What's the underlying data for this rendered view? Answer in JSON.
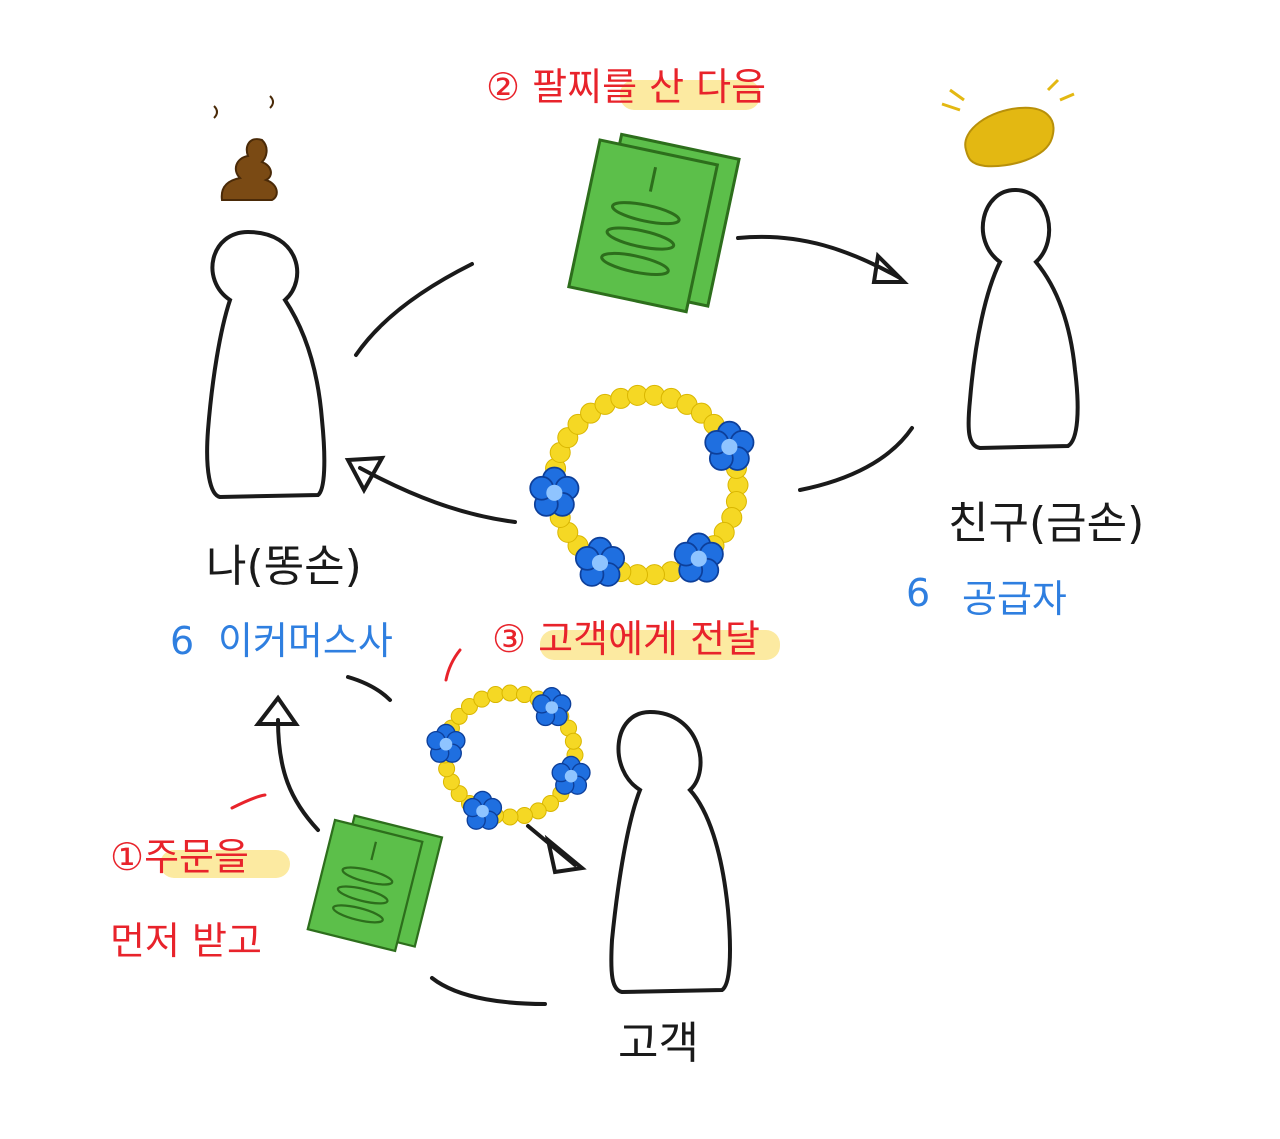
{
  "people": {
    "me": {
      "name": "나(똥손)",
      "role": "이커머스사",
      "role_mark": "6"
    },
    "friend": {
      "name": "친구(금손)",
      "role": "공급자",
      "role_mark": "6"
    },
    "customer": {
      "name": "고객"
    }
  },
  "steps": {
    "step1_line1": "①주문을",
    "step1_line2": "먼저 받고",
    "step2": "② 팔찌를 산 다음",
    "step3": "③ 고객에게 전달"
  },
  "icons": {
    "me_head": "poop-icon",
    "friend_head": "gold-icon",
    "money": "cash-icon",
    "bracelet": "flower-bracelet-icon"
  },
  "colors": {
    "outline": "#1a1a1a",
    "money": "#5cbf4a",
    "bead": "#f5d824",
    "flower": "#1f6fe0",
    "poop": "#7a4a14",
    "gold": "#e3b812",
    "step_text": "#e8232b",
    "role_text": "#2f7fe0",
    "highlight": "#fbe58a"
  }
}
